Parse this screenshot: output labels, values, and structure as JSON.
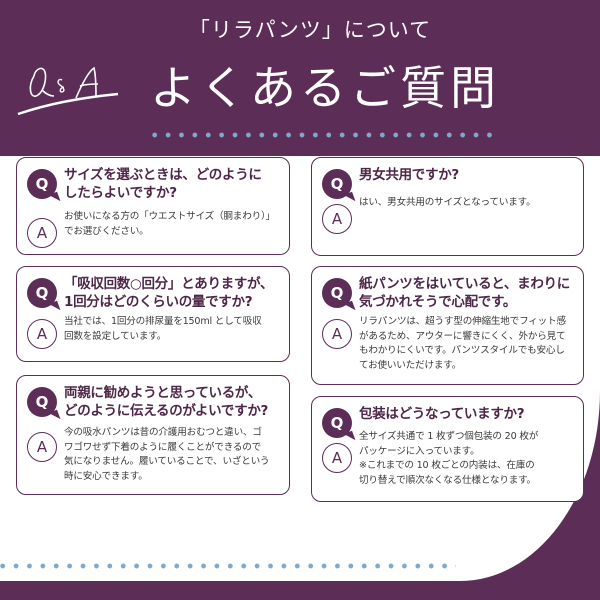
{
  "header": {
    "logo_text": "Q&A",
    "subtitle": "「リラパンツ」について",
    "title": "よくあるご質問"
  },
  "colors": {
    "brand": "#5c2d57",
    "dots": "#7fa8c9"
  },
  "faq": [
    {
      "q": "サイズを選ぶときは、どのように\nしたらよいですか?",
      "a": "お使いになる方の「ウエストサイズ（胴まわり）」\nでお選びください。"
    },
    {
      "q": "「吸収回数○回分」とありますが、\n1回分はどのくらいの量ですか?",
      "a": "当社では、1回分の排尿量を150ml として吸収\n回数を設定しています。"
    },
    {
      "q": "両親に勧めようと思っているが、\nどのように伝えるのがよいですか?",
      "a": "今の吸水パンツは昔の介護用おむつと違い、ゴ\nワゴワせず下着のように履くことができるので\n気になりません。履いていることで、いざという\n時に安心できます。"
    },
    {
      "q": "男女共用ですか?",
      "a": "はい、男女共用のサイズとなっています。"
    },
    {
      "q": "紙パンツをはいていると、まわりに\n気づかれそうで心配です。",
      "a": "リラパンツは、超うす型の伸縮生地でフィット感\nがあるため、アウターに響きにくく、外から見て\nもわかりにくいです。パンツスタイルでも安心し\nてお使いいただけます。"
    },
    {
      "q": "包装はどうなっていますか?",
      "a": "全サイズ共通で 1 枚ずつ個包装の 20 枚が\nパッケージに入っています。\n※これまでの 10 枚ごとの内装は、在庫の\n切り替えで順次なくなる仕様となります。"
    }
  ],
  "icons": {
    "q": "Q",
    "a": "A"
  }
}
